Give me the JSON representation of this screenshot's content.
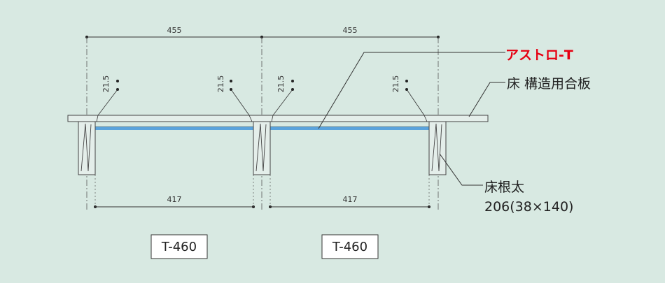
{
  "dimensions": {
    "top_span_1": "455",
    "top_span_2": "455",
    "bottom_span_1": "417",
    "bottom_span_2": "417",
    "offset": "21.5"
  },
  "labels": {
    "product": "アストロ-T",
    "floor_board": "床 構造用合板",
    "joist_line1": "床根太",
    "joist_line2": "206(38×140)"
  },
  "boxes": [
    "T-460",
    "T-460"
  ],
  "colors": {
    "background": "#d8e9e2",
    "product_red": "#e60012",
    "insulation_blue": "#5aa3dc"
  }
}
